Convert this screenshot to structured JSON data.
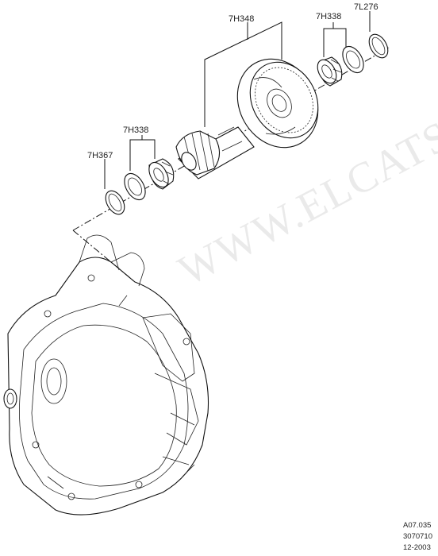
{
  "watermark": "WWW.ELCATS.RU",
  "labels": {
    "gear": "7H348",
    "bearing_right": "7H338",
    "snap_ring_right": "7L276",
    "bearing_left": "7H338",
    "snap_ring_left": "7H367"
  },
  "footer": {
    "line1": "A07.035",
    "line2": "3070710",
    "line3": "12-2003"
  }
}
